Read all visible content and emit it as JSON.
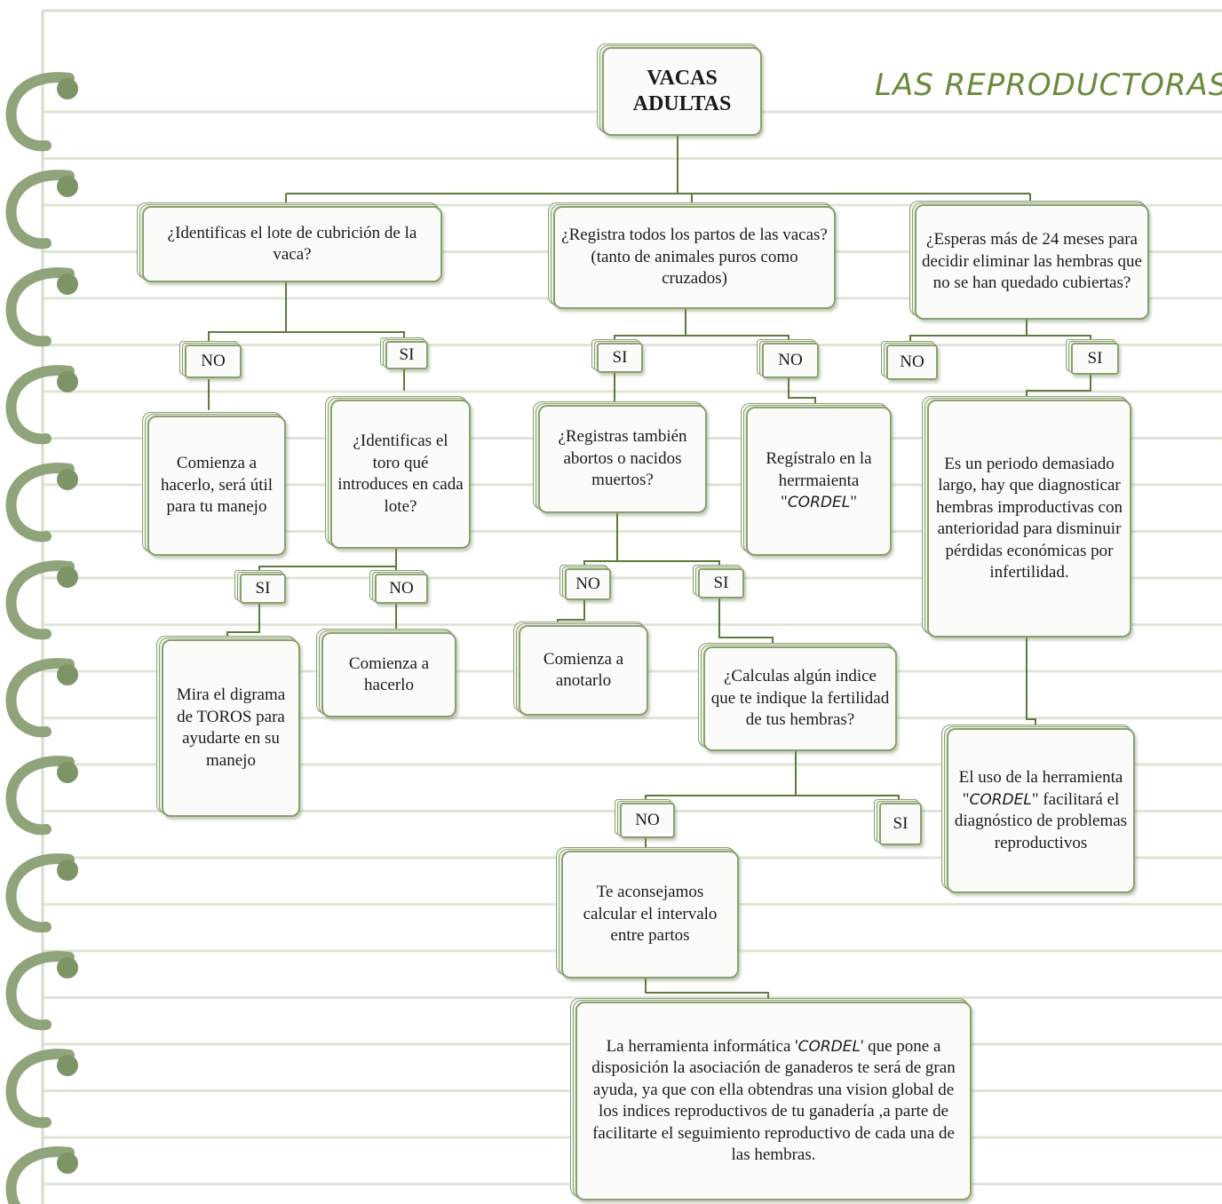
{
  "title": "LAS REPRODUCTORAS",
  "root": "VACAS ADULTAS",
  "questions": {
    "q1": "¿Identificas el lote de cubrición de la vaca?",
    "q2": "¿Registra todos los partos de las vacas? (tanto de animales puros como cruzados)",
    "q3": "¿Esperas más de 24 meses para decidir eliminar las hembras que no se han quedado cubiertas?",
    "q4": "¿Identificas el toro qué introduces en cada lote?",
    "q5": "¿Registras también abortos o nacidos muertos?",
    "q6": "¿Calculas algún indice que te indique la fertilidad de tus hembras?"
  },
  "answers": {
    "a1": "Comienza a hacerlo, será útil para tu manejo",
    "a2_pre": "Regístralo en la herrmaienta \"",
    "a2_brand": "CORDEL",
    "a2_post": "\"",
    "a3": "Es un periodo demasiado largo, hay que diagnosticar hembras improductivas con anterioridad para disminuir pérdidas económicas por infertilidad.",
    "a4_pre": "El uso de la herramienta \"",
    "a4_brand": "CORDEL",
    "a4_post": "\" facilitará el diagnóstico de problemas reproductivos",
    "a5": "Mira el digrama de TOROS para ayudarte en su manejo",
    "a6": "Comienza a hacerlo",
    "a7": "Comienza a anotarlo",
    "a8": "Te aconsejamos calcular el intervalo entre partos",
    "a9_pre": "La herramienta informática '",
    "a9_brand": "CORDEL",
    "a9_post": "' que pone a disposición la asociación de ganaderos te será de gran ayuda, ya que con ella obtendras una vision global de los indices reproductivos de tu ganadería ,a parte de facilitarte el seguimiento reproductivo de cada una de las hembras."
  },
  "labels": {
    "no": "NO",
    "si": "SI"
  },
  "colors": {
    "line": "#5f7a3c",
    "box_border": "#8aa070",
    "title": "#6b8a3c",
    "ruled_lines": "#dfe5d6",
    "spiral": "#8fa47a"
  }
}
